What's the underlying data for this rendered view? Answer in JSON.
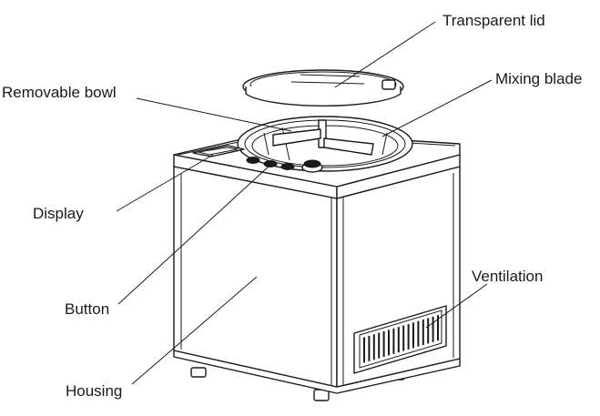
{
  "labels": {
    "transparent_lid": "Transparent lid",
    "mixing_blade": "Mixing blade",
    "removable_bowl": "Removable bowl",
    "display": "Display",
    "button": "Button",
    "ventilation": "Ventilation",
    "housing": "Housing"
  }
}
